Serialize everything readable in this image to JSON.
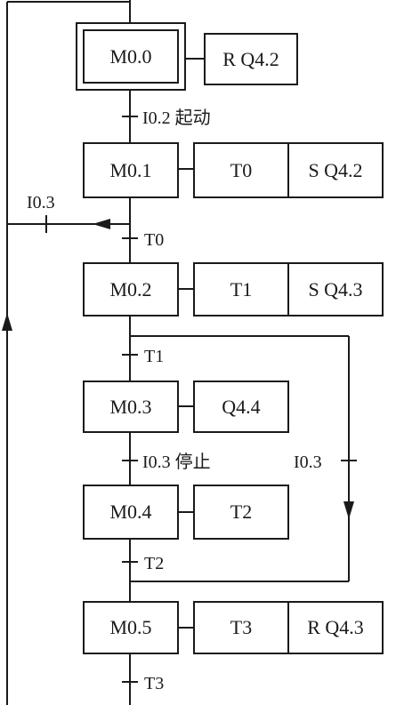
{
  "steps": [
    {
      "id": "M0.0",
      "actions": [
        "R Q4.2"
      ]
    },
    {
      "id": "M0.1",
      "actions": [
        "T0",
        "S Q4.2"
      ]
    },
    {
      "id": "M0.2",
      "actions": [
        "T1",
        "S Q4.3"
      ]
    },
    {
      "id": "M0.3",
      "actions": [
        "Q4.4"
      ]
    },
    {
      "id": "M0.4",
      "actions": [
        "T2"
      ]
    },
    {
      "id": "M0.5",
      "actions": [
        "T3",
        "R Q4.3"
      ]
    }
  ],
  "transitions": {
    "t_m00_m01": "I0.2 起动",
    "t_m01_m02": "T0",
    "t_m01_back": "I0.3",
    "t_m02_m03": "T1",
    "t_m03_m04": "I0.3 停止",
    "t_m02_branch": "I0.3",
    "t_m04_m05": "T2",
    "t_m05_back": "T3"
  },
  "colors": {
    "line": "#1a1a1a",
    "background": "#ffffff"
  }
}
